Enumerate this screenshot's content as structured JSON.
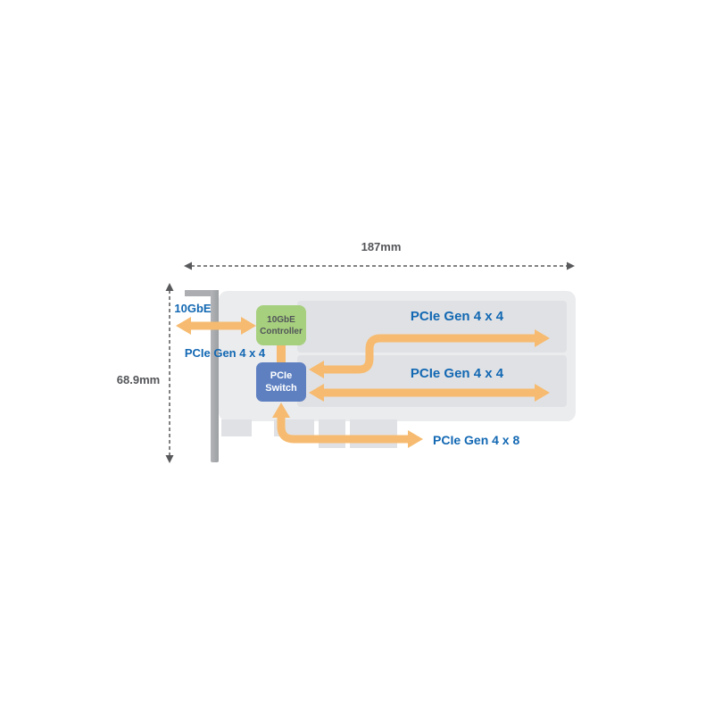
{
  "diagram": {
    "dimensions": {
      "width_label": "187mm",
      "height_label": "68.9mm"
    },
    "nodes": {
      "controller": {
        "line1": "10GbE",
        "line2": "Controller"
      },
      "switch": {
        "line1": "PCIe",
        "line2": "Switch"
      }
    },
    "lanes": {
      "port": "10GbE",
      "controller_link": "PCIe Gen 4 x 4",
      "slot1": "PCIe Gen 4 x 4",
      "slot2": "PCIe Gen 4 x 4",
      "host_link": "PCIe Gen 4 x 8"
    },
    "colors": {
      "arrow_orange": "#f6bb70",
      "controller_green": "#a6d07d",
      "switch_blue": "#5e80c1",
      "label_blue": "#1268b3",
      "dimension_gray": "#545559",
      "card_gray": "#ebecee",
      "bay_gray": "#e0e1e4",
      "bracket_gray": "#a7a9ac"
    }
  }
}
